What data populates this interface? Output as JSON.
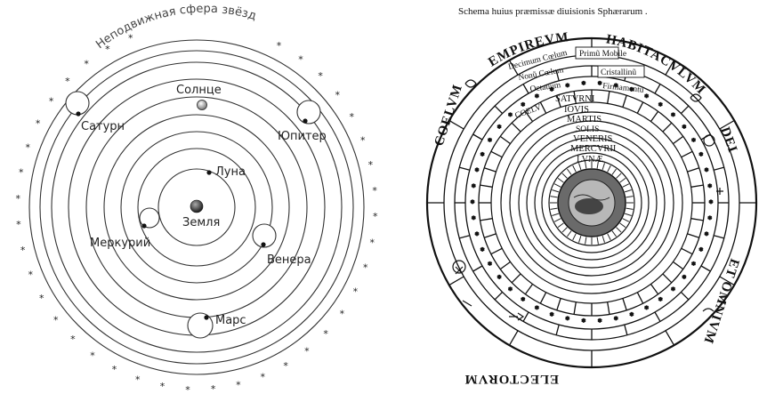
{
  "left_diagram": {
    "outer_label": "Неподвижная сфера звёзд",
    "sun": "Солнце",
    "moon": "Луна",
    "earth": "Земля",
    "saturn": "Сатурн",
    "jupiter": "Юпитер",
    "mercury": "Меркурий",
    "venus": "Венера",
    "mars": "Марс"
  },
  "right_diagram": {
    "caption": "Schema huius præmissæ diuisionis Sphærarum .",
    "empireum": "EMPIREVM",
    "habitaculum": "HABITACVLVM",
    "dei": "DEI",
    "et_omnium": "ET OMNIVM",
    "electorum": "ELECTORVM",
    "coelum": "COELVM",
    "spheres": {
      "primum_mobile": "Primũ Mobile",
      "decimum_coelum": "Decimum Cœlum",
      "nonum_coelum": "Nonũ Cœlum",
      "crystallinum": "Cristallinũ",
      "octauum": "Octauum",
      "firmamentum": "Firmamentũ",
      "saturni": "SATVRNI",
      "coelu": "COELV",
      "iouis": "IOVIS",
      "martis": "MARTIS",
      "solis": "SOLIS",
      "veneris": "VENERIS",
      "mercurii": "MERCVRII",
      "lunae": "LVNÆ"
    }
  }
}
